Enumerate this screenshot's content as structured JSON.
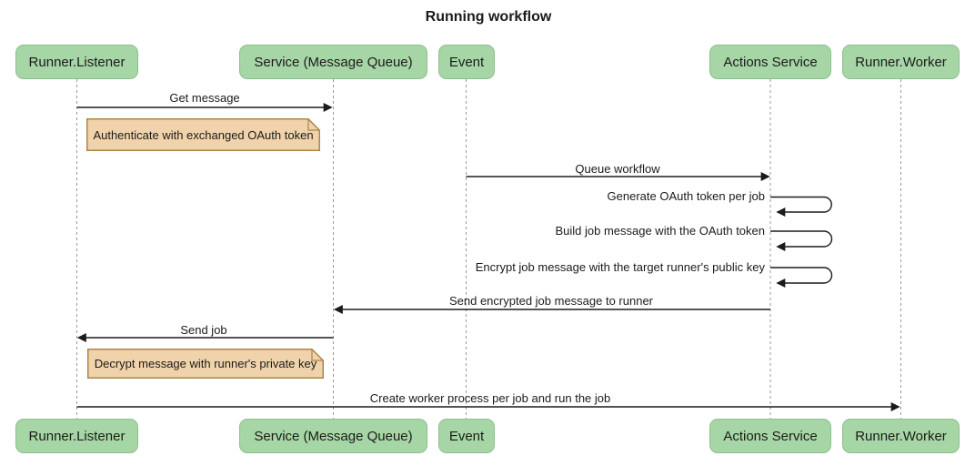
{
  "title": "Running workflow",
  "diagram_type": "sequence",
  "actors": [
    {
      "label": "Runner.Listener"
    },
    {
      "label": "Service (Message Queue)"
    },
    {
      "label": "Event"
    },
    {
      "label": "Actions Service"
    },
    {
      "label": "Runner.Worker"
    }
  ],
  "messages": [
    {
      "label": "Get message",
      "from": "Runner.Listener",
      "to": "Service (Message Queue)",
      "type": "solid-arrow"
    },
    {
      "label": "Queue workflow",
      "from": "Event",
      "to": "Actions Service",
      "type": "solid-arrow"
    },
    {
      "label": "Generate OAuth token per job",
      "from": "Actions Service",
      "to": "Actions Service",
      "type": "self-loop"
    },
    {
      "label": "Build job message with the OAuth token",
      "from": "Actions Service",
      "to": "Actions Service",
      "type": "self-loop"
    },
    {
      "label": "Encrypt job message with the target runner's public key",
      "from": "Actions Service",
      "to": "Actions Service",
      "type": "self-loop"
    },
    {
      "label": "Send encrypted job message to runner",
      "from": "Actions Service",
      "to": "Service (Message Queue)",
      "type": "solid-arrow"
    },
    {
      "label": "Send job",
      "from": "Service (Message Queue)",
      "to": "Runner.Listener",
      "type": "solid-arrow"
    },
    {
      "label": "Create worker process per job and run the job",
      "from": "Runner.Listener",
      "to": "Runner.Worker",
      "type": "solid-arrow"
    }
  ],
  "notes": [
    {
      "label": "Authenticate with exchanged OAuth token",
      "near": "Runner.Listener"
    },
    {
      "label": "Decrypt message with runner's private key",
      "near": "Runner.Listener"
    }
  ],
  "colors": {
    "actor_fill": "#a6d6a6",
    "actor_border": "#8fbd8f",
    "note_fill": "#f0d3ab",
    "note_border": "#ad8448",
    "lifeline": "#999999",
    "arrow": "#1b1b1b",
    "text": "#1b1b1b"
  }
}
